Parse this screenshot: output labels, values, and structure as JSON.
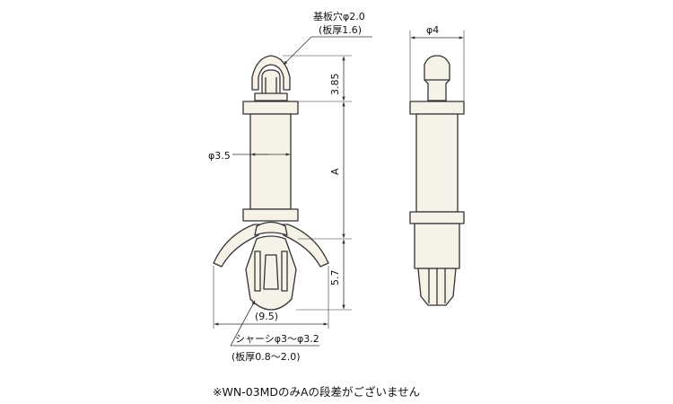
{
  "drawing": {
    "hole_label_line1": "基板穴φ2.0",
    "hole_label_line2": "(板厚1.6)",
    "dim_tip": "3.85",
    "dim_body": "φ3.5",
    "dim_length": "A",
    "dim_lower": "5.7",
    "dim_width": "(9.5)",
    "chassis_label_line1": "シャーシφ3〜φ3.2",
    "chassis_label_line2": "(板厚0.8〜2.0)",
    "dim_side_dia": "φ4",
    "footnote": "※WN-03MDのみAの段差がございません"
  }
}
